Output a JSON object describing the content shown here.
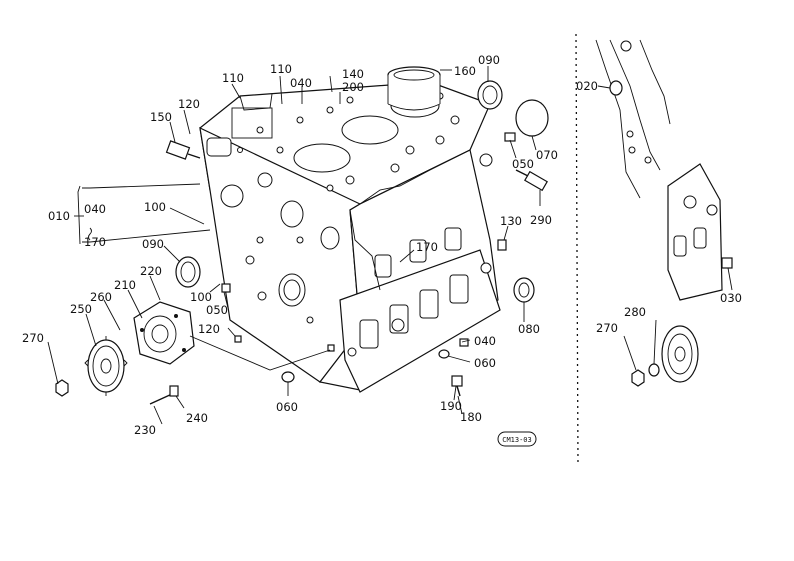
{
  "diagram": {
    "ref_code": "CM13-03",
    "callouts": [
      {
        "id": "c010",
        "text": "010"
      },
      {
        "id": "c020",
        "text": "020"
      },
      {
        "id": "c030",
        "text": "030"
      },
      {
        "id": "c040a",
        "text": "040"
      },
      {
        "id": "c040b",
        "text": "040"
      },
      {
        "id": "c040c",
        "text": "040"
      },
      {
        "id": "c050a",
        "text": "050"
      },
      {
        "id": "c050b",
        "text": "050"
      },
      {
        "id": "c060a",
        "text": "060"
      },
      {
        "id": "c060b",
        "text": "060"
      },
      {
        "id": "c070",
        "text": "070"
      },
      {
        "id": "c080",
        "text": "080"
      },
      {
        "id": "c090a",
        "text": "090"
      },
      {
        "id": "c090b",
        "text": "090"
      },
      {
        "id": "c100a",
        "text": "100"
      },
      {
        "id": "c100b",
        "text": "100"
      },
      {
        "id": "c110a",
        "text": "110"
      },
      {
        "id": "c110b",
        "text": "110"
      },
      {
        "id": "c120a",
        "text": "120"
      },
      {
        "id": "c120b",
        "text": "120"
      },
      {
        "id": "c130",
        "text": "130"
      },
      {
        "id": "c140",
        "text": "140"
      },
      {
        "id": "c150",
        "text": "150"
      },
      {
        "id": "c160",
        "text": "160"
      },
      {
        "id": "c170a",
        "text": "170"
      },
      {
        "id": "c170b",
        "text": "170"
      },
      {
        "id": "c180",
        "text": "180"
      },
      {
        "id": "c190",
        "text": "190"
      },
      {
        "id": "c200",
        "text": "200"
      },
      {
        "id": "c210",
        "text": "210"
      },
      {
        "id": "c220",
        "text": "220"
      },
      {
        "id": "c230",
        "text": "230"
      },
      {
        "id": "c240",
        "text": "240"
      },
      {
        "id": "c250",
        "text": "250"
      },
      {
        "id": "c260",
        "text": "260"
      },
      {
        "id": "c270a",
        "text": "270"
      },
      {
        "id": "c270b",
        "text": "270"
      },
      {
        "id": "c280",
        "text": "280"
      },
      {
        "id": "c290",
        "text": "290"
      }
    ]
  }
}
